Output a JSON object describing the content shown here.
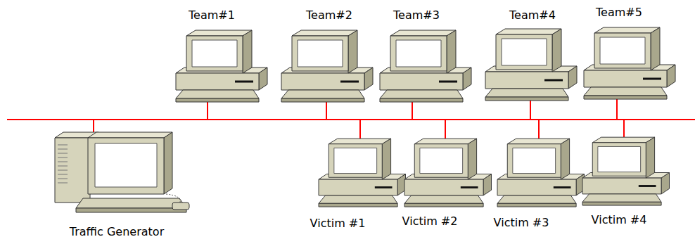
{
  "diagram": {
    "labels": [
      "Team#1",
      "Team#2",
      "Team#3",
      "Team#4",
      "Team#5",
      "Traffic Generator",
      "Victim #1",
      "Victim #2",
      "Victim #3",
      "Victim #4"
    ]
  }
}
